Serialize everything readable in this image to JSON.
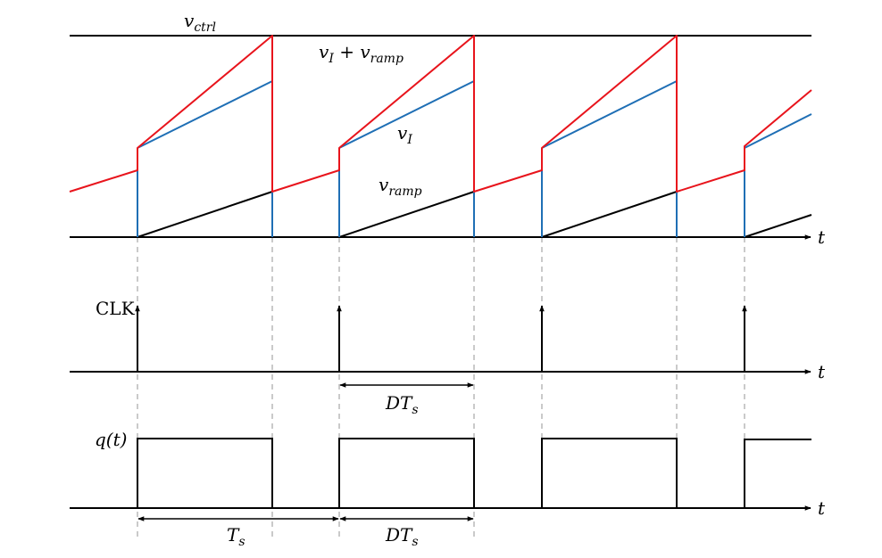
{
  "labels": {
    "v_ctrl": {
      "base": "v",
      "sub": "ctrl"
    },
    "vI_plus_vramp": {
      "base1": "v",
      "sub1": "I",
      "plus": " + ",
      "base2": "v",
      "sub2": "ramp"
    },
    "v_I": {
      "base": "v",
      "sub": "I"
    },
    "v_ramp": {
      "base": "v",
      "sub": "ramp"
    },
    "t_axis": "t",
    "clk": "CLK",
    "q_t": "q(t)",
    "dt_s": {
      "base": "DT",
      "sub": "s"
    },
    "t_s": {
      "base": "T",
      "sub": "s"
    }
  },
  "colors": {
    "vI_plus_vramp": "#e8141c",
    "v_I": "#1f6fb5",
    "v_ramp": "#000000",
    "guides": "#b8b8b8"
  }
}
